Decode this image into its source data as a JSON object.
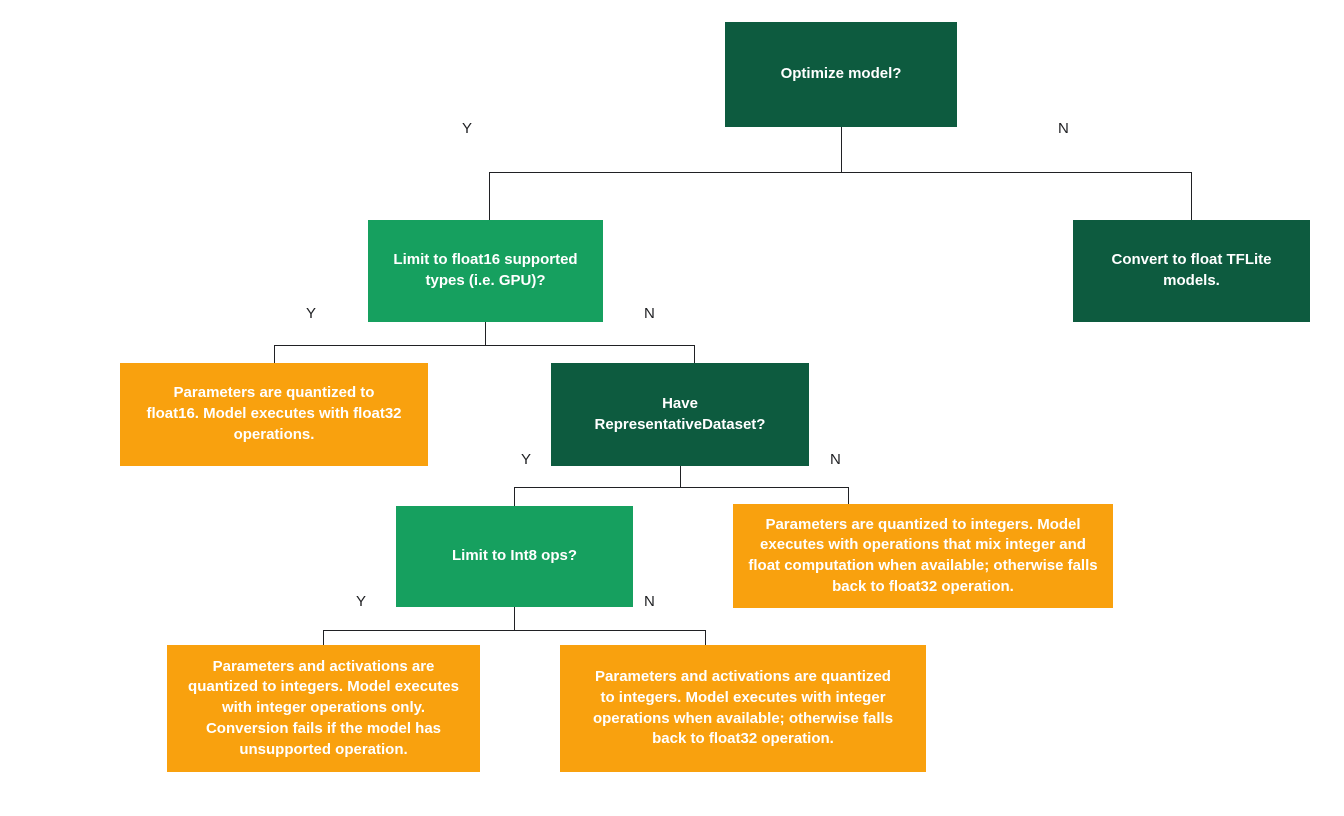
{
  "colors": {
    "dark_green": "#0D5B3F",
    "green": "#16A05F",
    "orange": "#F9A10E",
    "line": "#202124",
    "label": "#202124"
  },
  "nodes": {
    "optimize": {
      "label": "Optimize model?"
    },
    "limit_float16": {
      "label": "Limit to float16 supported types (i.e. GPU)?"
    },
    "convert_float": {
      "label": "Convert to float TFLite models."
    },
    "float16_result": {
      "label": "Parameters are quantized to float16. Model executes with float32 operations."
    },
    "rep_dataset": {
      "label": "Have RepresentativeDataset?"
    },
    "limit_int8": {
      "label": "Limit to Int8 ops?"
    },
    "mixed_result": {
      "label": "Parameters are quantized to integers. Model executes with operations that mix integer and float computation when available; otherwise falls back to float32 operation."
    },
    "int_only_result": {
      "label": "Parameters and activations are quantized to integers. Model executes with integer operations only. Conversion fails if the model has unsupported operation."
    },
    "int_fallback_result": {
      "label": "Parameters and activations are quantized to integers. Model executes with integer operations when available; otherwise falls back to float32 operation."
    }
  },
  "edges": {
    "optimize_yes": "Y",
    "optimize_no": "N",
    "float16_yes": "Y",
    "float16_no": "N",
    "dataset_yes": "Y",
    "dataset_no": "N",
    "int8_yes": "Y",
    "int8_no": "N"
  }
}
